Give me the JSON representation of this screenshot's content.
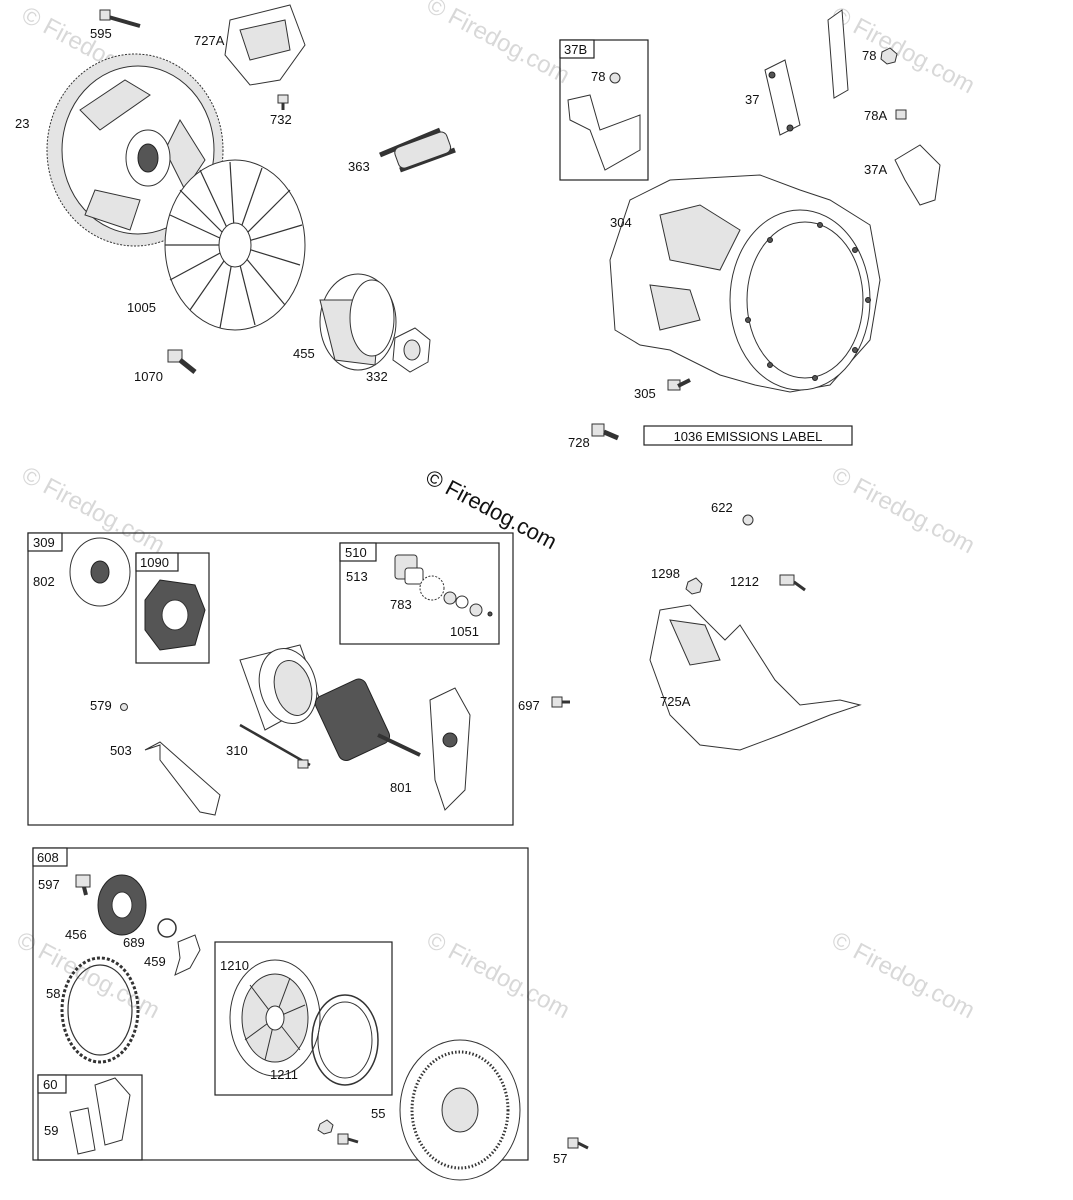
{
  "watermark": {
    "main": "© Firedog.com",
    "faint": "© Firedog.com"
  },
  "groups": {
    "g309": "309",
    "g1090": "1090",
    "g510": "510",
    "g608": "608",
    "g60": "60",
    "g37b": "37B"
  },
  "emissions_label": "1036 EMISSIONS LABEL",
  "labels": {
    "p595": "595",
    "p727a": "727A",
    "p23": "23",
    "p732": "732",
    "p363": "363",
    "p1005": "1005",
    "p455": "455",
    "p332": "332",
    "p1070": "1070",
    "p78_box": "78",
    "p37": "37",
    "p78": "78",
    "p78a": "78A",
    "p37a": "37A",
    "p304": "304",
    "p305": "305",
    "p728": "728",
    "p622": "622",
    "p1298": "1298",
    "p1212": "1212",
    "p697": "697",
    "p725a": "725A",
    "p802": "802",
    "p513": "513",
    "p783": "783",
    "p1051": "1051",
    "p579": "579",
    "p503": "503",
    "p310": "310",
    "p801": "801",
    "p597": "597",
    "p456": "456",
    "p689": "689",
    "p459": "459",
    "p58": "58",
    "p1210": "1210",
    "p1211": "1211",
    "p55": "55",
    "p59": "59",
    "p57": "57"
  }
}
